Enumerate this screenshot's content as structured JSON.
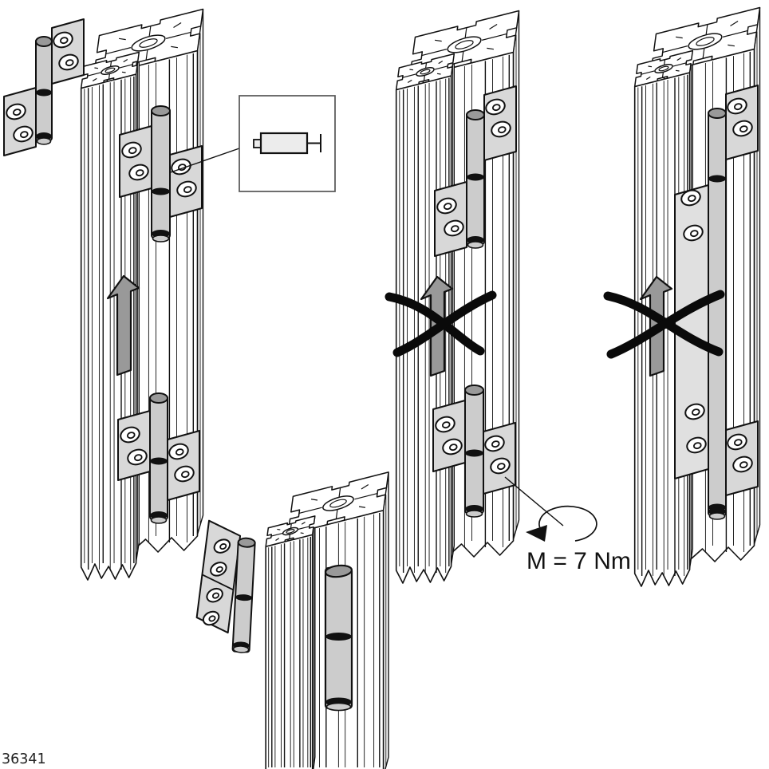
{
  "figure": {
    "torque_label": "M = 7 Nm",
    "figure_number": "36341"
  },
  "colors": {
    "background": "#ffffff",
    "line": "#111111",
    "leaf": "#d8d8d8",
    "strip_leaf": "#e0e0e0",
    "barrel": "#cccccc",
    "cap": "#999999",
    "band": "#111111",
    "arrow": "#999999",
    "inset_stroke": "#555555",
    "pin_fill": "#ececec"
  },
  "parts": {
    "column1": "profile-with-hinges-slide-on",
    "column2": "profile-with-pin-and-folded-hinge",
    "column3": "profile-hinges-screwed-no-slide",
    "column4": "profile-long-hinge-no-slide",
    "inset": "hinge-pin-detail",
    "torque": "tightening-torque-callout"
  }
}
